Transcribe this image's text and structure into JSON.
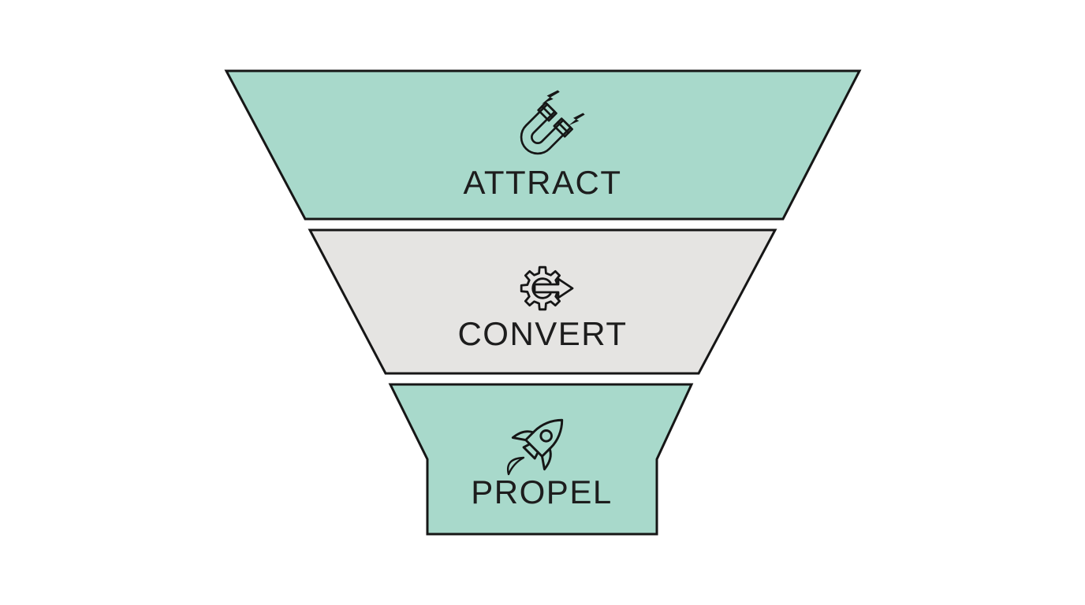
{
  "diagram": {
    "type": "funnel",
    "background": "#ffffff",
    "outline_color": "#161616",
    "text_color": "#1d1d1d",
    "stages": [
      {
        "label": "ATTRACT",
        "icon": "magnet-icon",
        "fill": "#a8d9cb"
      },
      {
        "label": "CONVERT",
        "icon": "gear-arrow-icon",
        "fill": "#e5e4e2"
      },
      {
        "label": "PROPEL",
        "icon": "rocket-icon",
        "fill": "#a8d9cb"
      }
    ]
  }
}
